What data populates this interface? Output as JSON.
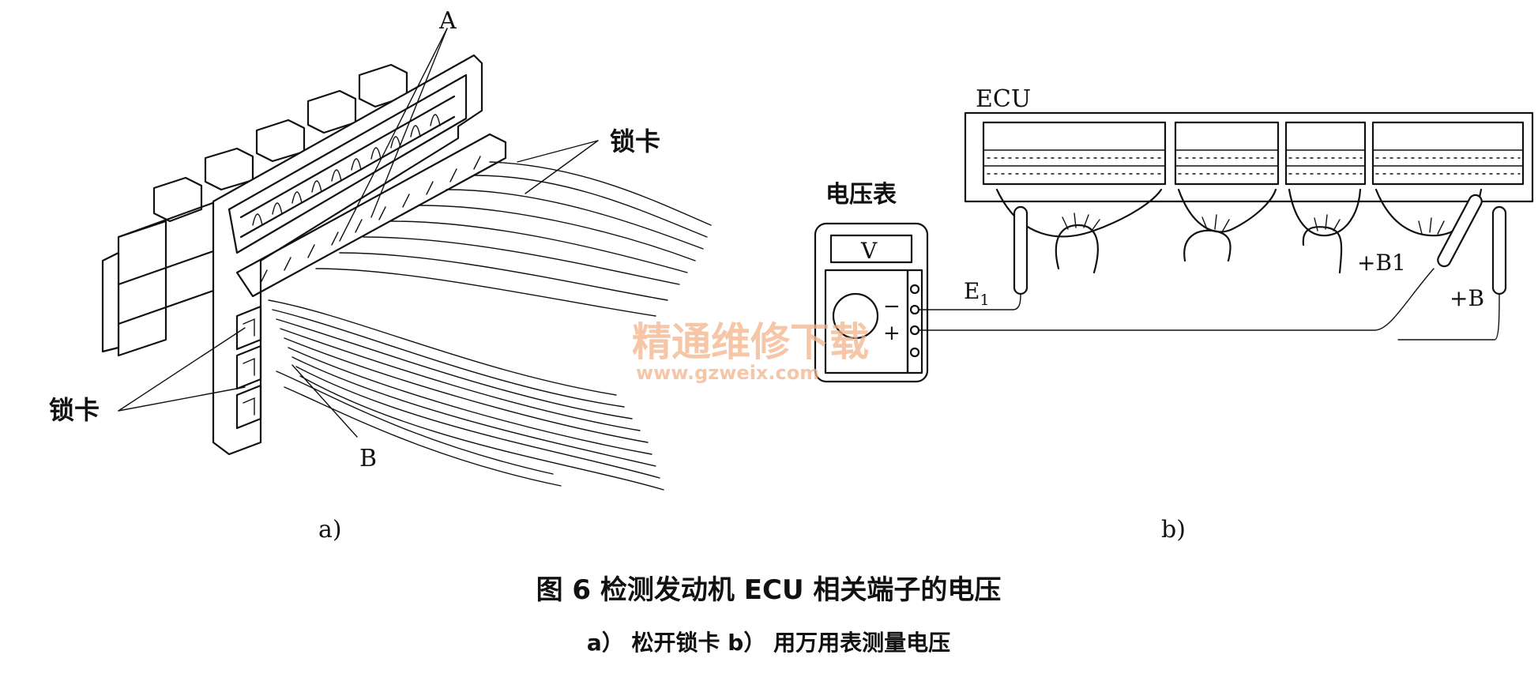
{
  "panel_a": {
    "label_A": "A",
    "label_B": "B",
    "lock_top": "锁卡",
    "lock_left": "锁卡",
    "sublabel": "a)"
  },
  "panel_b": {
    "ecu": "ECU",
    "voltmeter": "电压表",
    "meter_unit": "V",
    "minus": "−",
    "plus": "+",
    "e1_main": "E",
    "e1_sub": "1",
    "b1": "+B1",
    "b": "+B",
    "sublabel": "b)"
  },
  "watermark": {
    "cn": "精通维修下载",
    "url": "www.gzweix.com"
  },
  "caption": {
    "title": "图 6  检测发动机 ECU 相关端子的电压",
    "subtitle": "a） 松开锁卡    b） 用万用表测量电压"
  },
  "colors": {
    "ink": "#111111",
    "watermark": "#f2b38a"
  }
}
